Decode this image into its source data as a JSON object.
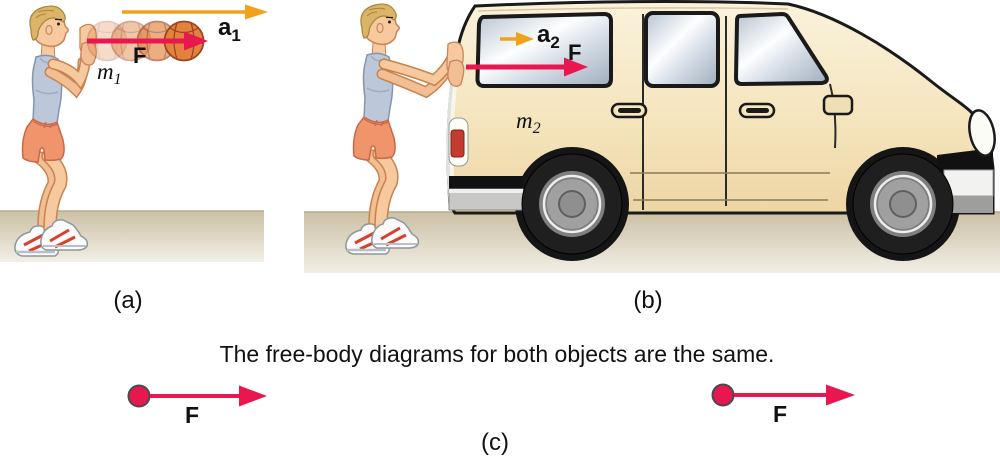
{
  "figure": {
    "caption": "The free-body diagrams for both objects are the same.",
    "panel_a": {
      "label": "(a)",
      "mass": {
        "base": "m",
        "sub": "1"
      },
      "accel": {
        "base": "a",
        "sub": "1"
      },
      "force": "F"
    },
    "panel_b": {
      "label": "(b)",
      "mass": {
        "base": "m",
        "sub": "2"
      },
      "accel": {
        "base": "a",
        "sub": "2"
      },
      "force": "F"
    },
    "panel_c": {
      "label": "(c)",
      "fbd_left": {
        "force": "F"
      },
      "fbd_right": {
        "force": "F"
      }
    },
    "colors": {
      "force_arrow": "#E8174F",
      "accel_arrow": "#F2A11B",
      "car_body": "#F5E5BE",
      "window_glass": "#C5CFDA",
      "ground": "#CDC3A8",
      "basketball": "#E2823E",
      "tank_top": "#BCC7D9",
      "shorts": "#F0946C",
      "skin": "#F7C99E",
      "hair": "#DCB467"
    }
  }
}
